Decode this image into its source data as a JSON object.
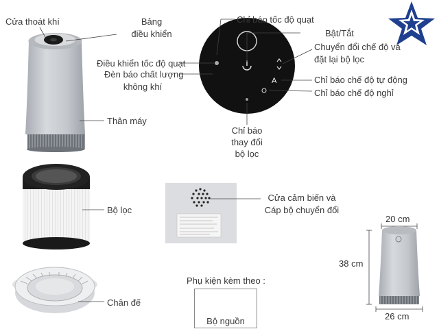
{
  "labels": {
    "exhaust": "Cửa thoát khí",
    "control_panel_line1": "Bảng",
    "control_panel_line2": "điều khiển",
    "fan_speed_indicator": "Chỉ báo tốc độ quạt",
    "power": "Bật/Tắt",
    "mode_switch_line1": "Chuyển đổi chế độ và",
    "mode_switch_line2": "đặt lại bộ lọc",
    "fan_speed_control": "Điều khiển tốc độ quạt",
    "air_quality_line1": "Đèn báo chất lượng",
    "air_quality_line2": "không khí",
    "auto_mode": "Chỉ báo chế độ tự động",
    "sleep_mode": "Chỉ báo chế độ nghỉ",
    "filter_change_line1": "Chỉ báo",
    "filter_change_line2": "thay đổi",
    "filter_change_line3": "bộ lọc",
    "body": "Thân máy",
    "filter": "Bộ lọc",
    "sensor_line1": "Cửa cảm biến và",
    "sensor_line2": "Cáp bộ chuyển đổi",
    "base": "Chân đế",
    "accessories": "Phụ kiện kèm theo :",
    "power_adapter": "Bộ nguồn",
    "auto_glyph": "A"
  },
  "dimensions": {
    "top_width": "20 cm",
    "height": "38 cm",
    "bottom_width": "26 cm"
  },
  "colors": {
    "body_gray": "#c9ccd1",
    "panel_black": "#111111",
    "logo_blue": "#1f3f8f"
  },
  "icons": {
    "logo": "star-logo-icon",
    "power": "power-icon",
    "mode": "mode-arrows-icon",
    "sleep": "sleep-icon"
  }
}
